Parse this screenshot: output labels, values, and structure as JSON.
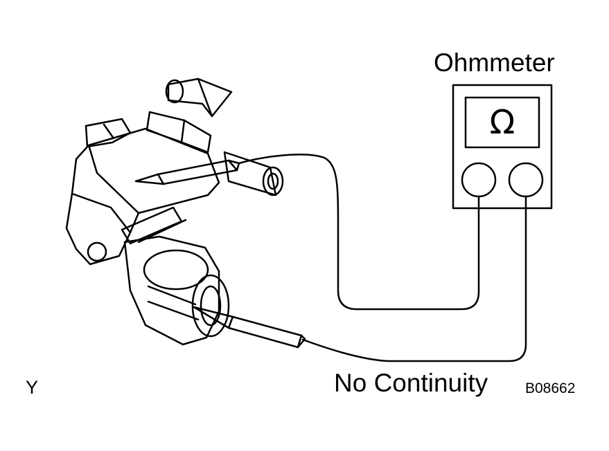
{
  "labels": {
    "meter": "Ohmmeter",
    "result": "No Continuity",
    "code": "B08662",
    "corner": "Y",
    "omega": "Ω"
  },
  "colors": {
    "line": "#000000",
    "background": "#ffffff"
  }
}
